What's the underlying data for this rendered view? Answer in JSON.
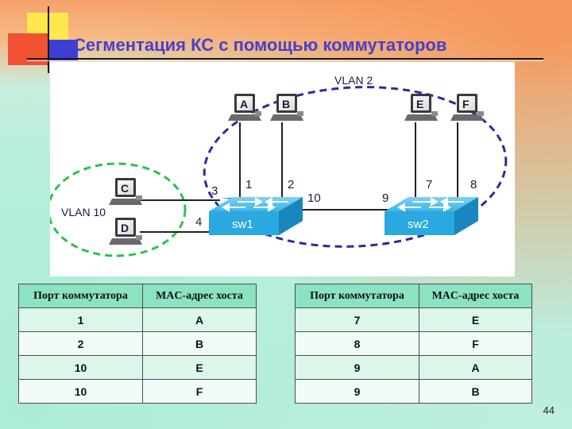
{
  "slide": {
    "title": "Сегментация КС с помощью коммутаторов",
    "page_number": "44"
  },
  "diagram": {
    "vlan2_label": "VLAN 2",
    "vlan10_label": "VLAN 10",
    "hosts": [
      "A",
      "B",
      "C",
      "D",
      "E",
      "F"
    ],
    "switches": [
      "sw1",
      "sw2"
    ],
    "ports": [
      "1",
      "2",
      "3",
      "4",
      "10",
      "9",
      "7",
      "8"
    ]
  },
  "tables": [
    {
      "headers": [
        "Порт коммутатора",
        "MAC-адрес хоста"
      ],
      "rows": [
        [
          "1",
          "A"
        ],
        [
          "2",
          "B"
        ],
        [
          "10",
          "E"
        ],
        [
          "10",
          "F"
        ]
      ]
    },
    {
      "headers": [
        "Порт коммутатора",
        "MAC-адрес хоста"
      ],
      "rows": [
        [
          "7",
          "E"
        ],
        [
          "8",
          "F"
        ],
        [
          "9",
          "A"
        ],
        [
          "9",
          "B"
        ]
      ]
    }
  ],
  "colors": {
    "title": "#4a40c8",
    "vlan2_outline": "#2e2aa0",
    "vlan10_outline": "#27c44a",
    "switch": "#2aa8e0",
    "table_header": "#8be3c2"
  }
}
